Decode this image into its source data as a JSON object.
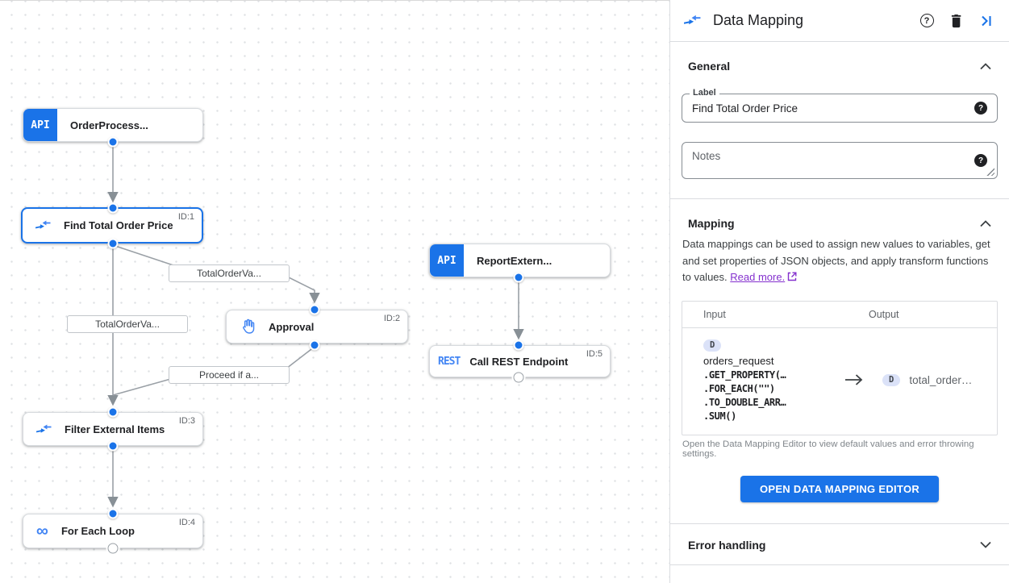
{
  "colors": {
    "accent": "#1a73e8",
    "node_icon_blue": "#4285f4",
    "edge_gray": "#9aa0a6",
    "link_purple": "#8430ce",
    "badge_bg": "#dbe2f8"
  },
  "canvas": {
    "nodes": [
      {
        "label": "OrderProcess...",
        "badge": "API"
      },
      {
        "label": "Find Total Order Price",
        "id": "ID:1"
      },
      {
        "label": "Approval",
        "id": "ID:2"
      },
      {
        "label": "ReportExtern...",
        "badge": "API"
      },
      {
        "label": "Call REST Endpoint",
        "badge": "REST",
        "id": "ID:5"
      },
      {
        "label": "Filter External Items",
        "id": "ID:3"
      },
      {
        "label": "For Each Loop",
        "id": "ID:4"
      }
    ],
    "edge_labels": [
      "TotalOrderVa...",
      "TotalOrderVa...",
      "Proceed if a..."
    ]
  },
  "panel": {
    "header": {
      "title": "Data Mapping"
    },
    "general": {
      "title": "General",
      "label_field": {
        "label": "Label",
        "value": "Find Total Order Price"
      },
      "notes_field": {
        "placeholder": "Notes"
      }
    },
    "mapping": {
      "title": "Mapping",
      "description": "Data mappings can be used to assign new values to variables, get and set properties of JSON objects, and apply transform functions to values.",
      "read_more_label": "Read more.",
      "table": {
        "input_header": "Input",
        "output_header": "Output",
        "row": {
          "input_badge": "D",
          "input_variable": "orders_request",
          "input_functions": [
            ".GET_PROPERTY(…",
            ".FOR_EACH(\"\")",
            ".TO_DOUBLE_ARR…",
            ".SUM()"
          ],
          "output_badge": "D",
          "output_value": "total_order…"
        }
      },
      "hint": "Open the Data Mapping Editor to view default values and error throwing settings.",
      "button_label": "OPEN DATA MAPPING EDITOR"
    },
    "error_handling": {
      "title": "Error handling"
    }
  }
}
